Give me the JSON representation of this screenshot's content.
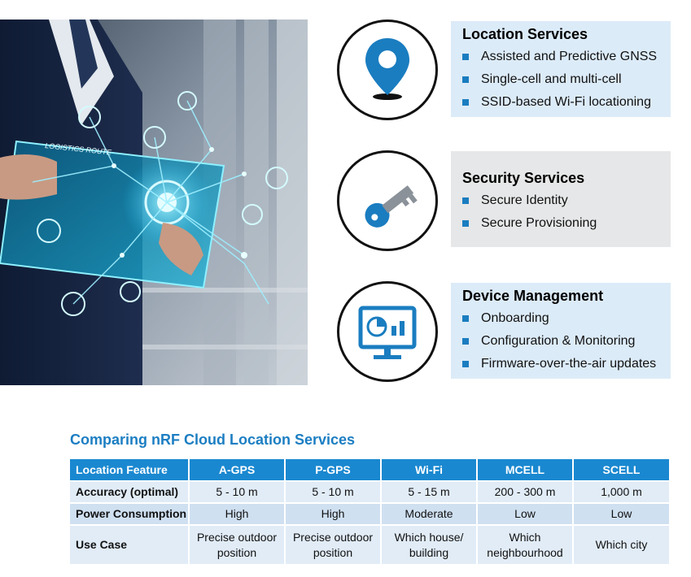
{
  "services": [
    {
      "title": "Location Services",
      "icon": "location-pin-icon",
      "bg": "#dcebf8",
      "items": [
        "Assisted and Predictive GNSS",
        "Single-cell and multi-cell",
        "SSID-based Wi-Fi locationing"
      ]
    },
    {
      "title": "Security Services",
      "icon": "key-icon",
      "bg": "#e6e7e8",
      "items": [
        "Secure Identity",
        "Secure Provisioning"
      ]
    },
    {
      "title": "Device Management",
      "icon": "monitor-dashboard-icon",
      "bg": "#dcebf8",
      "items": [
        "Onboarding",
        "Configuration & Monitoring",
        "Firmware-over-the-air updates"
      ]
    }
  ],
  "hero": {
    "overlay_text": "LOGISTICS ROUTE"
  },
  "comparison": {
    "title": "Comparing nRF Cloud Location Services",
    "headers": [
      "Location Feature",
      "A-GPS",
      "P-GPS",
      "Wi-Fi",
      "MCELL",
      "SCELL"
    ],
    "rows": [
      [
        "Accuracy (optimal)",
        "5 - 10 m",
        "5 - 10 m",
        "5 - 15 m",
        "200 - 300 m",
        "1,000 m"
      ],
      [
        "Power Consumption",
        "High",
        "High",
        "Moderate",
        "Low",
        "Low"
      ],
      [
        "Use Case",
        "Precise outdoor position",
        "Precise outdoor position",
        "Which house/ building",
        "Which neighbourhood",
        "Which city"
      ]
    ]
  },
  "colors": {
    "accent_blue": "#1a7dc0",
    "header_blue": "#1a88d0",
    "title_blue": "#1c7ec2"
  }
}
